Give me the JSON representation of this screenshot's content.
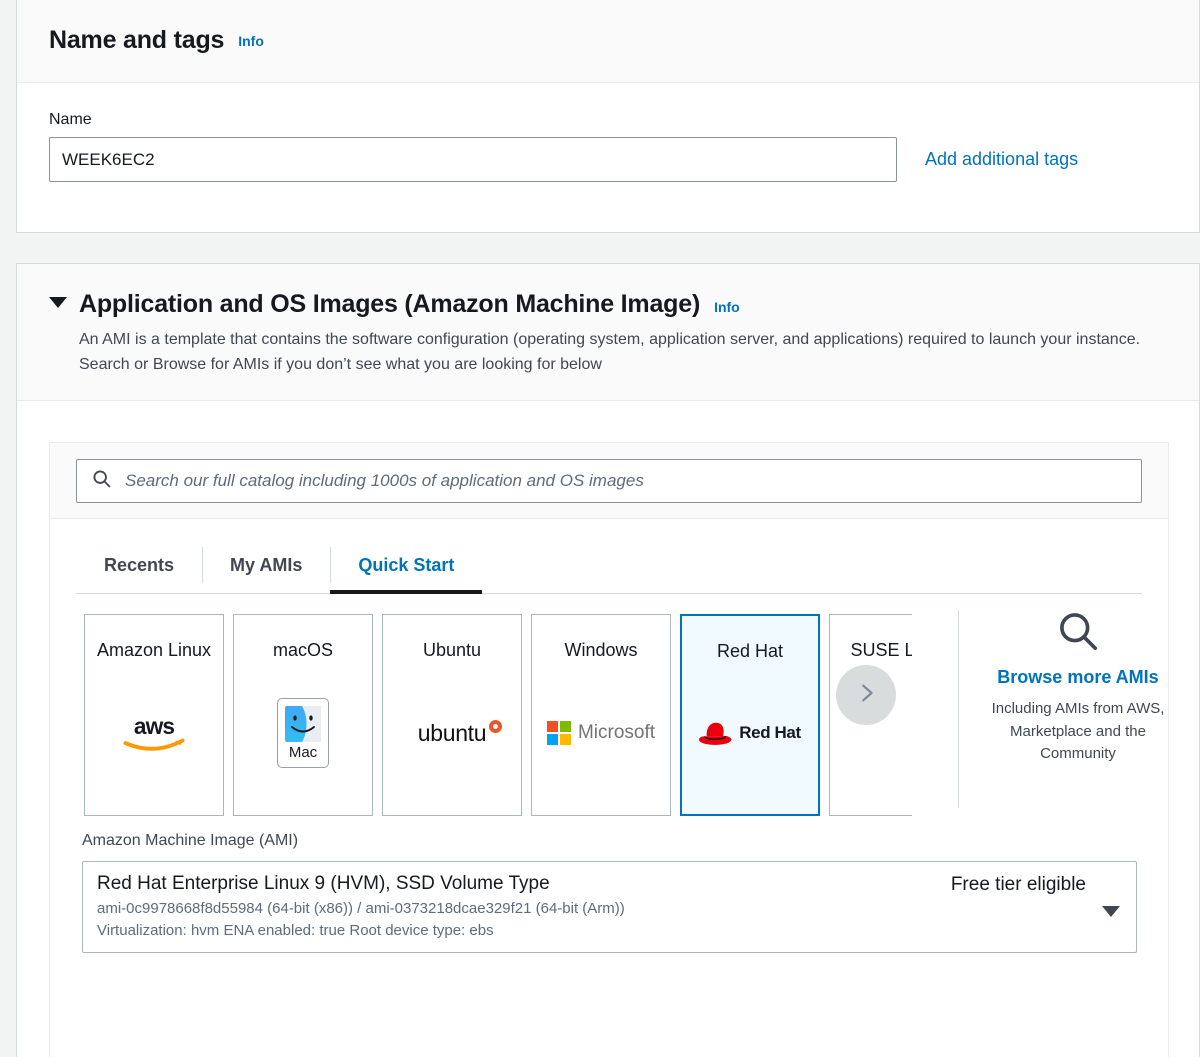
{
  "name_and_tags": {
    "title": "Name and tags",
    "info_label": "Info",
    "name_label": "Name",
    "name_value": "WEEK6EC2",
    "add_tags_label": "Add additional tags"
  },
  "os_images": {
    "title": "Application and OS Images (Amazon Machine Image)",
    "info_label": "Info",
    "description": "An AMI is a template that contains the software configuration (operating system, application server, and applications) required to launch your instance. Search or Browse for AMIs if you don’t see what you are looking for below",
    "search_placeholder": "Search our full catalog including 1000s of application and OS images",
    "tabs": [
      {
        "label": "Recents",
        "active": false
      },
      {
        "label": "My AMIs",
        "active": false
      },
      {
        "label": "Quick Start",
        "active": true
      }
    ],
    "os_cards": [
      {
        "name": "Amazon Linux",
        "logo": "aws-logo",
        "selected": false
      },
      {
        "name": "macOS",
        "logo": "mac-logo",
        "selected": false
      },
      {
        "name": "Ubuntu",
        "logo": "ubuntu-logo",
        "selected": false
      },
      {
        "name": "Windows",
        "logo": "microsoft-logo",
        "selected": false
      },
      {
        "name": "Red Hat",
        "logo": "redhat-logo",
        "selected": true
      },
      {
        "name": "SUSE Linux",
        "logo": "suse-logo",
        "selected": false
      }
    ],
    "next_arrow_icon": "chevron-right-icon",
    "browse": {
      "icon": "search-icon",
      "link_label": "Browse more AMIs",
      "sub_text": "Including AMIs from AWS, Marketplace and the Community"
    },
    "ami": {
      "field_label": "Amazon Machine Image (AMI)",
      "title": "Red Hat Enterprise Linux 9 (HVM), SSD Volume Type",
      "ids": "ami-0c9978668f8d55984 (64-bit (x86)) / ami-0373218dcae329f21 (64-bit (Arm))",
      "attributes": "Virtualization: hvm    ENA enabled: true    Root device type: ebs",
      "badge": "Free tier eligible",
      "caret_icon": "caret-down-icon"
    }
  },
  "colors": {
    "link": "#0073bb",
    "selected_bg": "#f1faff",
    "page_bg": "#f2f3f3",
    "text": "#16191f"
  }
}
